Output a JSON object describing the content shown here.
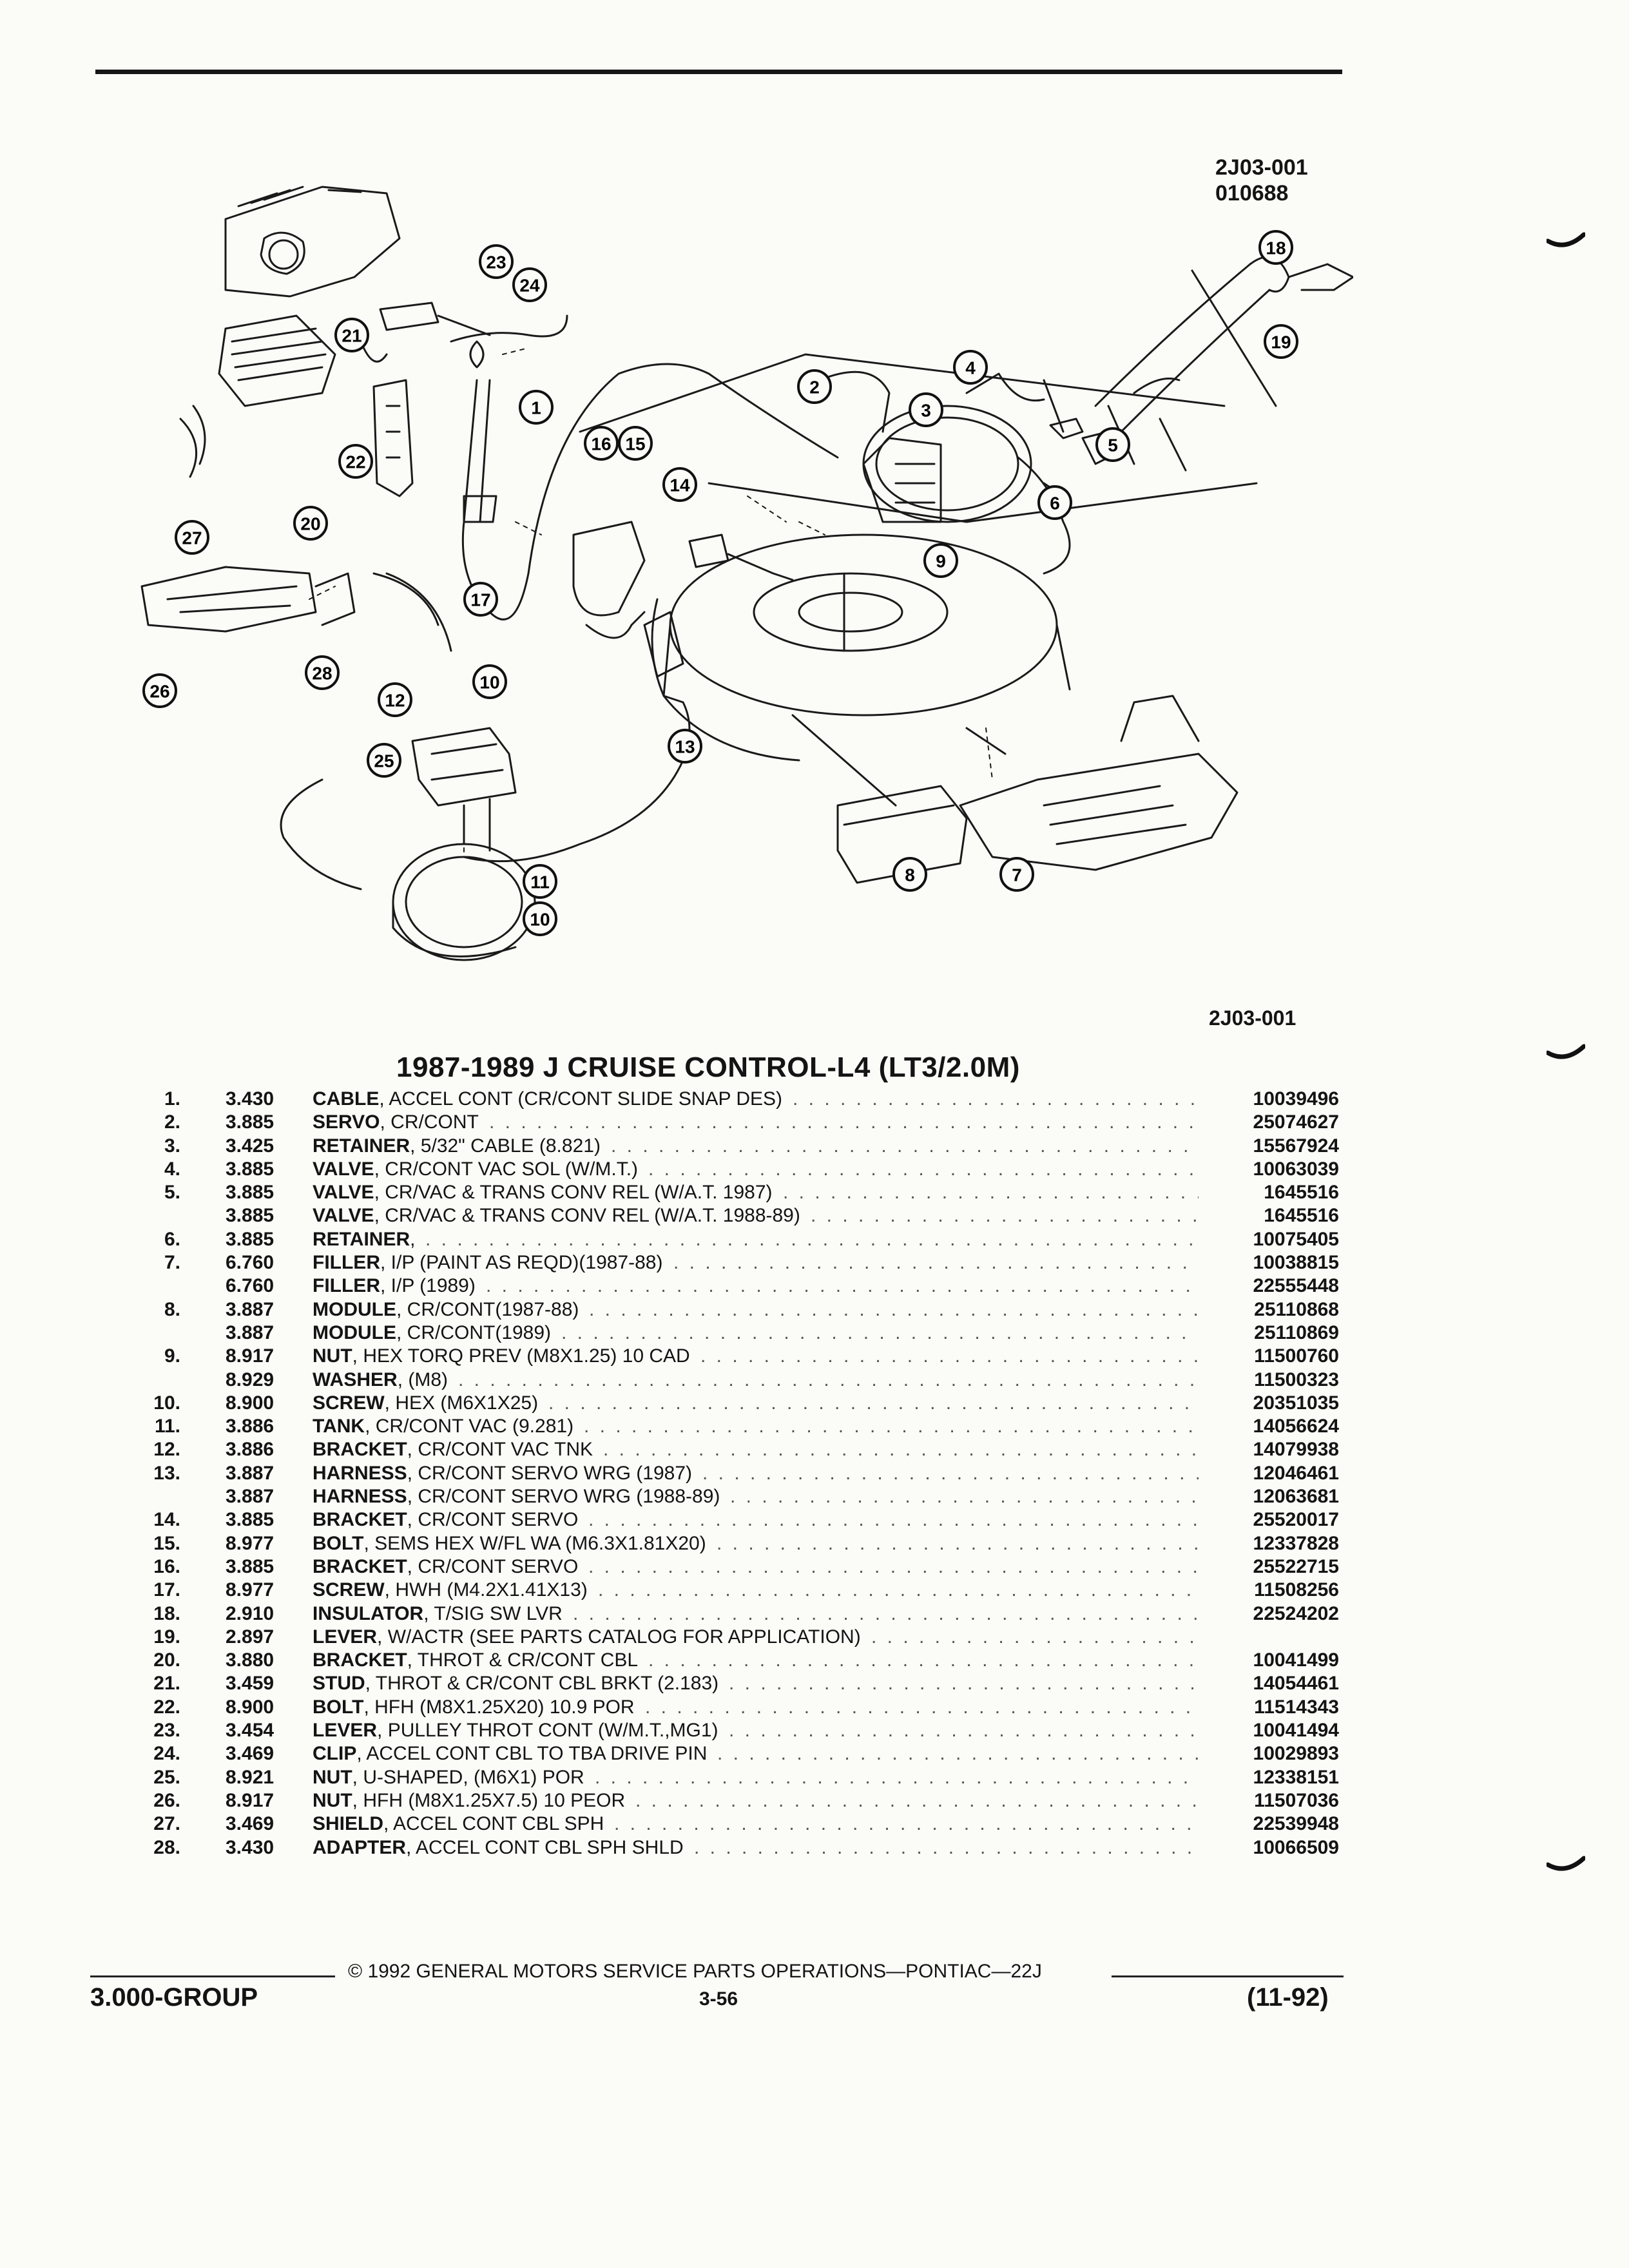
{
  "figure_ids": {
    "line1": "2J03-001",
    "line2": "010688"
  },
  "figure_ref": "2J03-001",
  "title": "1987-1989 J CRUISE CONTROL-L4 (LT3/2.0M)",
  "callouts": {
    "c1": "1",
    "c2": "2",
    "c3": "3",
    "c4": "4",
    "c5": "5",
    "c6": "6",
    "c7": "7",
    "c8": "8",
    "c9": "9",
    "c10a": "10",
    "c10b": "10",
    "c11": "11",
    "c12": "12",
    "c13": "13",
    "c14": "14",
    "c15": "15",
    "c16": "16",
    "c17": "17",
    "c18": "18",
    "c19": "19",
    "c20": "20",
    "c21": "21",
    "c22": "22",
    "c23": "23",
    "c24": "24",
    "c25": "25",
    "c26": "26",
    "c27": "27",
    "c28": "28"
  },
  "parts": [
    {
      "no": "1.",
      "grp": "3.430",
      "name": "CABLE",
      "desc": ", ACCEL CONT (CR/CONT SLIDE SNAP DES)",
      "pn": "10039496"
    },
    {
      "no": "2.",
      "grp": "3.885",
      "name": "SERVO",
      "desc": ", CR/CONT",
      "pn": "25074627"
    },
    {
      "no": "3.",
      "grp": "3.425",
      "name": "RETAINER",
      "desc": ", 5/32\" CABLE (8.821)",
      "pn": "15567924"
    },
    {
      "no": "4.",
      "grp": "3.885",
      "name": "VALVE",
      "desc": ", CR/CONT VAC SOL (W/M.T.)",
      "pn": "10063039"
    },
    {
      "no": "5.",
      "grp": "3.885",
      "name": "VALVE",
      "desc": ", CR/VAC & TRANS CONV REL (W/A.T. 1987)",
      "pn": "1645516"
    },
    {
      "no": "",
      "grp": "3.885",
      "name": "VALVE",
      "desc": ", CR/VAC & TRANS CONV REL (W/A.T. 1988-89)",
      "pn": "1645516"
    },
    {
      "no": "6.",
      "grp": "3.885",
      "name": "RETAINER",
      "desc": ",",
      "pn": "10075405"
    },
    {
      "no": "7.",
      "grp": "6.760",
      "name": "FILLER",
      "desc": ", I/P (PAINT AS REQD)(1987-88)",
      "pn": "10038815"
    },
    {
      "no": "",
      "grp": "6.760",
      "name": "FILLER",
      "desc": ", I/P (1989)",
      "pn": "22555448"
    },
    {
      "no": "8.",
      "grp": "3.887",
      "name": "MODULE",
      "desc": ", CR/CONT(1987-88)",
      "pn": "25110868"
    },
    {
      "no": "",
      "grp": "3.887",
      "name": "MODULE",
      "desc": ", CR/CONT(1989)",
      "pn": "25110869"
    },
    {
      "no": "9.",
      "grp": "8.917",
      "name": "NUT",
      "desc": ", HEX TORQ PREV (M8X1.25) 10 CAD",
      "pn": "11500760"
    },
    {
      "no": "",
      "grp": "8.929",
      "name": "WASHER",
      "desc": ", (M8)",
      "pn": "11500323"
    },
    {
      "no": "10.",
      "grp": "8.900",
      "name": "SCREW",
      "desc": ", HEX (M6X1X25)",
      "pn": "20351035"
    },
    {
      "no": "11.",
      "grp": "3.886",
      "name": "TANK",
      "desc": ", CR/CONT VAC (9.281)",
      "pn": "14056624"
    },
    {
      "no": "12.",
      "grp": "3.886",
      "name": "BRACKET",
      "desc": ", CR/CONT VAC TNK",
      "pn": "14079938"
    },
    {
      "no": "13.",
      "grp": "3.887",
      "name": "HARNESS",
      "desc": ", CR/CONT SERVO WRG (1987)",
      "pn": "12046461"
    },
    {
      "no": "",
      "grp": "3.887",
      "name": "HARNESS",
      "desc": ", CR/CONT SERVO WRG (1988-89)",
      "pn": "12063681"
    },
    {
      "no": "14.",
      "grp": "3.885",
      "name": "BRACKET",
      "desc": ", CR/CONT SERVO",
      "pn": "25520017"
    },
    {
      "no": "15.",
      "grp": "8.977",
      "name": "BOLT",
      "desc": ", SEMS HEX W/FL WA (M6.3X1.81X20)",
      "pn": "12337828"
    },
    {
      "no": "16.",
      "grp": "3.885",
      "name": "BRACKET",
      "desc": ", CR/CONT SERVO",
      "pn": "25522715"
    },
    {
      "no": "17.",
      "grp": "8.977",
      "name": "SCREW",
      "desc": ", HWH (M4.2X1.41X13)",
      "pn": "11508256"
    },
    {
      "no": "18.",
      "grp": "2.910",
      "name": "INSULATOR",
      "desc": ", T/SIG SW LVR",
      "pn": "22524202"
    },
    {
      "no": "19.",
      "grp": "2.897",
      "name": "LEVER",
      "desc": ", W/ACTR (SEE PARTS CATALOG FOR APPLICATION)",
      "pn": ""
    },
    {
      "no": "20.",
      "grp": "3.880",
      "name": "BRACKET",
      "desc": ", THROT & CR/CONT CBL",
      "pn": "10041499"
    },
    {
      "no": "21.",
      "grp": "3.459",
      "name": "STUD",
      "desc": ", THROT & CR/CONT CBL BRKT (2.183)",
      "pn": "14054461"
    },
    {
      "no": "22.",
      "grp": "8.900",
      "name": "BOLT",
      "desc": ", HFH (M8X1.25X20) 10.9 POR",
      "pn": "11514343"
    },
    {
      "no": "23.",
      "grp": "3.454",
      "name": "LEVER",
      "desc": ", PULLEY THROT CONT (W/M.T.,MG1)",
      "pn": "10041494"
    },
    {
      "no": "24.",
      "grp": "3.469",
      "name": "CLIP",
      "desc": ", ACCEL CONT CBL TO TBA DRIVE PIN",
      "pn": "10029893"
    },
    {
      "no": "25.",
      "grp": "8.921",
      "name": "NUT",
      "desc": ", U-SHAPED, (M6X1) POR",
      "pn": "12338151"
    },
    {
      "no": "26.",
      "grp": "8.917",
      "name": "NUT",
      "desc": ", HFH (M8X1.25X7.5) 10 PEOR",
      "pn": "11507036"
    },
    {
      "no": "27.",
      "grp": "3.469",
      "name": "SHIELD",
      "desc": ", ACCEL CONT CBL SPH",
      "pn": "22539948"
    },
    {
      "no": "28.",
      "grp": "3.430",
      "name": "ADAPTER",
      "desc": ", ACCEL CONT CBL SPH SHLD",
      "pn": "10066509"
    }
  ],
  "footer": {
    "copyright": "© 1992 GENERAL MOTORS SERVICE PARTS OPERATIONS—PONTIAC—22J",
    "group": "3.000-GROUP",
    "page": "3-56",
    "date": "(11-92)"
  }
}
